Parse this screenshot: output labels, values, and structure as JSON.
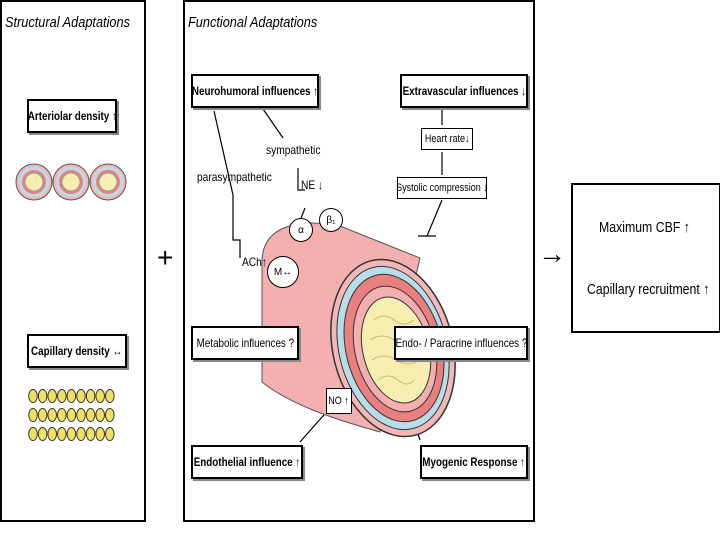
{
  "structural": {
    "title": "Structural Adaptations",
    "arteriolar": "Arteriolar density ↑",
    "capillary": "Capillary density ↔"
  },
  "functional": {
    "title": "Functional Adaptations",
    "neurohumoral": "Neurohumoral influences ↑",
    "extravascular": "Extravascular influences ↓",
    "heart_rate": "Heart rate↓",
    "systolic": "Systolic compression ↓",
    "sympathetic": "sympathetic",
    "parasympathetic": "parasympathetic",
    "ne": "NE ↓",
    "ach": "ACh↑",
    "alpha": "α",
    "beta": "β₁",
    "m": "M↔",
    "no": "NO ↑",
    "metabolic": "Metabolic influences ?",
    "endo_para": "Endo- / Paracrine influences ?",
    "endothelial": "Endothelial influence ↑",
    "myogenic": "Myogenic Response ↑"
  },
  "plus": "+",
  "arrow": "→",
  "result": {
    "cbf": "Maximum CBF ↑",
    "recruitment": "Capillary recruitment ↑"
  },
  "colors": {
    "vessel_outer": "#f2b8b8",
    "vessel_media": "#e88080",
    "vessel_blue": "#b9dde8",
    "lumen": "#f6eeb0"
  }
}
